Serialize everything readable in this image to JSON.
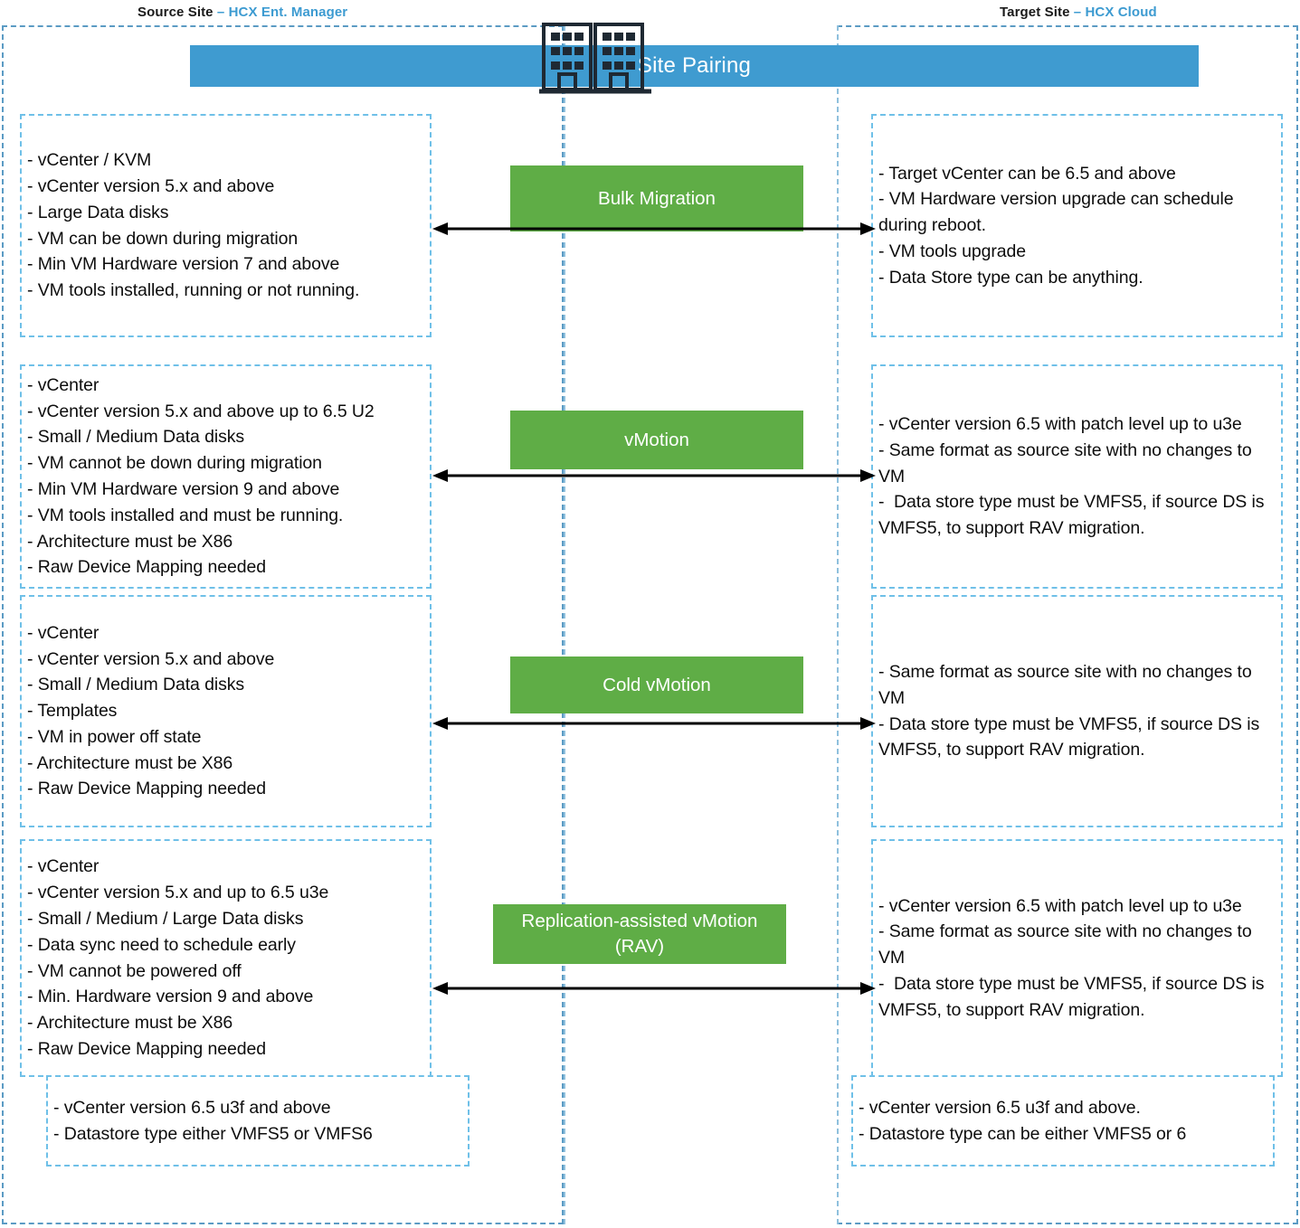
{
  "header": {
    "source_label_bold": "Source Site ",
    "source_label_accent": "– HCX Ent. Manager",
    "target_label_bold": "Target Site ",
    "target_label_accent": "– HCX Cloud",
    "banner_title": "Site Pairing",
    "banner_color": "#3f9bd0",
    "accent_color": "#3d9bd1",
    "icon": "two-buildings-icon"
  },
  "colors": {
    "chip_green": "#5fad46",
    "lane_dash": "#5b9bc4",
    "box_dash": "#6fc0e8",
    "arrow": "#000000"
  },
  "rows": [
    {
      "chip_label": "Bulk Migration",
      "source": [
        "- vCenter / KVM",
        "- vCenter version 5.x and above",
        "- Large Data disks",
        "- VM can be down during migration",
        "- Min VM Hardware version 7 and above",
        "- VM tools installed, running or not running."
      ],
      "target": [
        "- Target vCenter can be 6.5 and above",
        "- VM Hardware version upgrade can schedule during reboot.",
        "- VM tools upgrade",
        "- Data Store type can be anything."
      ]
    },
    {
      "chip_label": "vMotion",
      "source": [
        "- vCenter",
        "- vCenter version 5.x and above up to 6.5 U2",
        "- Small / Medium Data disks",
        "- VM cannot be down during migration",
        "- Min VM Hardware version 9 and above",
        "- VM tools installed and must be running.",
        "- Architecture must be X86",
        "- Raw Device Mapping needed"
      ],
      "target": [
        "- vCenter version 6.5 with patch level up to u3e",
        "- Same format as source site with no changes to VM",
        "-  Data store type must be VMFS5, if source DS is VMFS5, to support RAV migration."
      ]
    },
    {
      "chip_label": "Cold vMotion",
      "source": [
        "- vCenter",
        "- vCenter version 5.x and above",
        "- Small / Medium Data disks",
        "- Templates",
        "- VM in power off state",
        "- Architecture must be X86",
        "- Raw Device Mapping needed"
      ],
      "target": [
        "- Same format as source site with no changes to VM",
        "- Data store type must be VMFS5, if source DS is VMFS5, to support RAV migration."
      ]
    },
    {
      "chip_label": "Replication-assisted vMotion\n(RAV)",
      "source": [
        "- vCenter",
        "- vCenter version 5.x and up to 6.5 u3e",
        "- Small / Medium / Large Data disks",
        "- Data sync need to schedule early",
        "- VM cannot be powered off",
        "- Min. Hardware version 9 and above",
        "- Architecture must be X86",
        "- Raw Device Mapping needed"
      ],
      "target": [
        "- vCenter version 6.5 with patch level up to u3e",
        "- Same format as source site with no changes to VM",
        "-  Data store type must be VMFS5, if source DS is VMFS5, to support RAV migration."
      ]
    }
  ],
  "footnotes": {
    "source": [
      "- vCenter version 6.5 u3f and above",
      "- Datastore type either VMFS5 or VMFS6"
    ],
    "target": [
      "- vCenter version 6.5 u3f and above.",
      "- Datastore type can be either VMFS5 or 6"
    ]
  }
}
